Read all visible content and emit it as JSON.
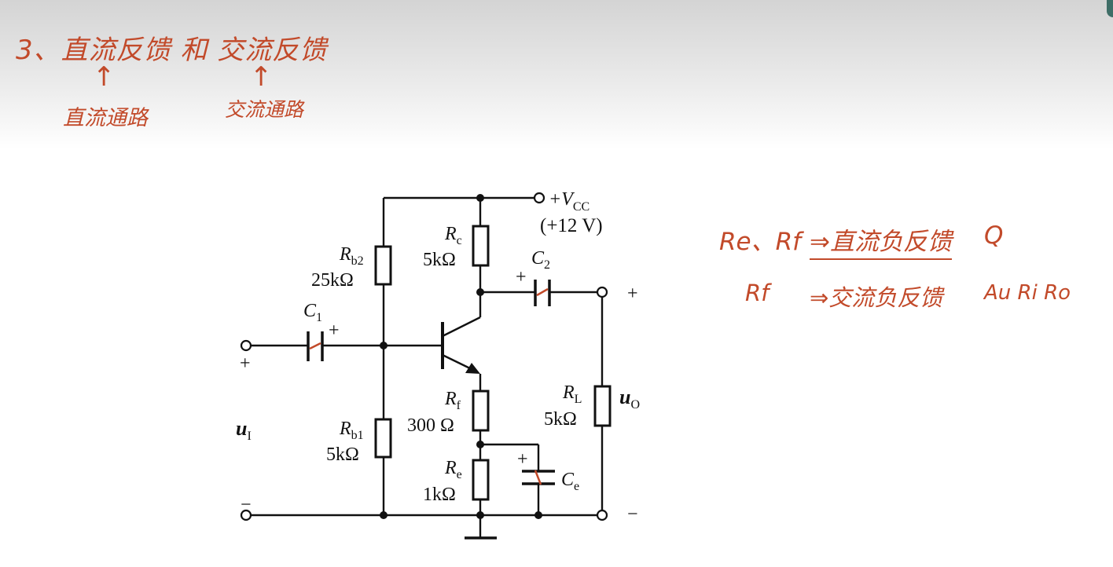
{
  "notes": {
    "heading": "3、直流反馈 和 交流反馈",
    "arrow_glyph": "↑",
    "label_dc_path": "直流通路",
    "label_ac_path": "交流通路",
    "line1_left": "Re、Rf",
    "line1_result": "⇒直流负反馈",
    "line1_tail": "Q",
    "line2_left": "Rf",
    "line2_result": "⇒交流负反馈",
    "line2_tail": "Au Ri Ro"
  },
  "circuit": {
    "vcc_label": "+V",
    "vcc_sub": "CC",
    "vcc_value": "(+12 V)",
    "rc_symbol": "R",
    "rc_sub": "c",
    "rc_value": "5kΩ",
    "rb2_symbol": "R",
    "rb2_sub": "b2",
    "rb2_value": "25kΩ",
    "rb1_symbol": "R",
    "rb1_sub": "b1",
    "rb1_value": "5kΩ",
    "rf_symbol": "R",
    "rf_sub": "f",
    "rf_value": "300 Ω",
    "re_symbol": "R",
    "re_sub": "e",
    "re_value": "1kΩ",
    "rl_symbol": "R",
    "rl_sub": "L",
    "rl_value": "5kΩ",
    "c1_symbol": "C",
    "c1_sub": "1",
    "c2_symbol": "C",
    "c2_sub": "2",
    "ce_symbol": "C",
    "ce_sub": "e",
    "plus": "+",
    "minus": "−",
    "ui_symbol": "u",
    "ui_sub": "I",
    "uo_symbol": "u",
    "uo_sub": "O"
  },
  "colors": {
    "ink": "#c24a2a",
    "wire": "#111111"
  }
}
